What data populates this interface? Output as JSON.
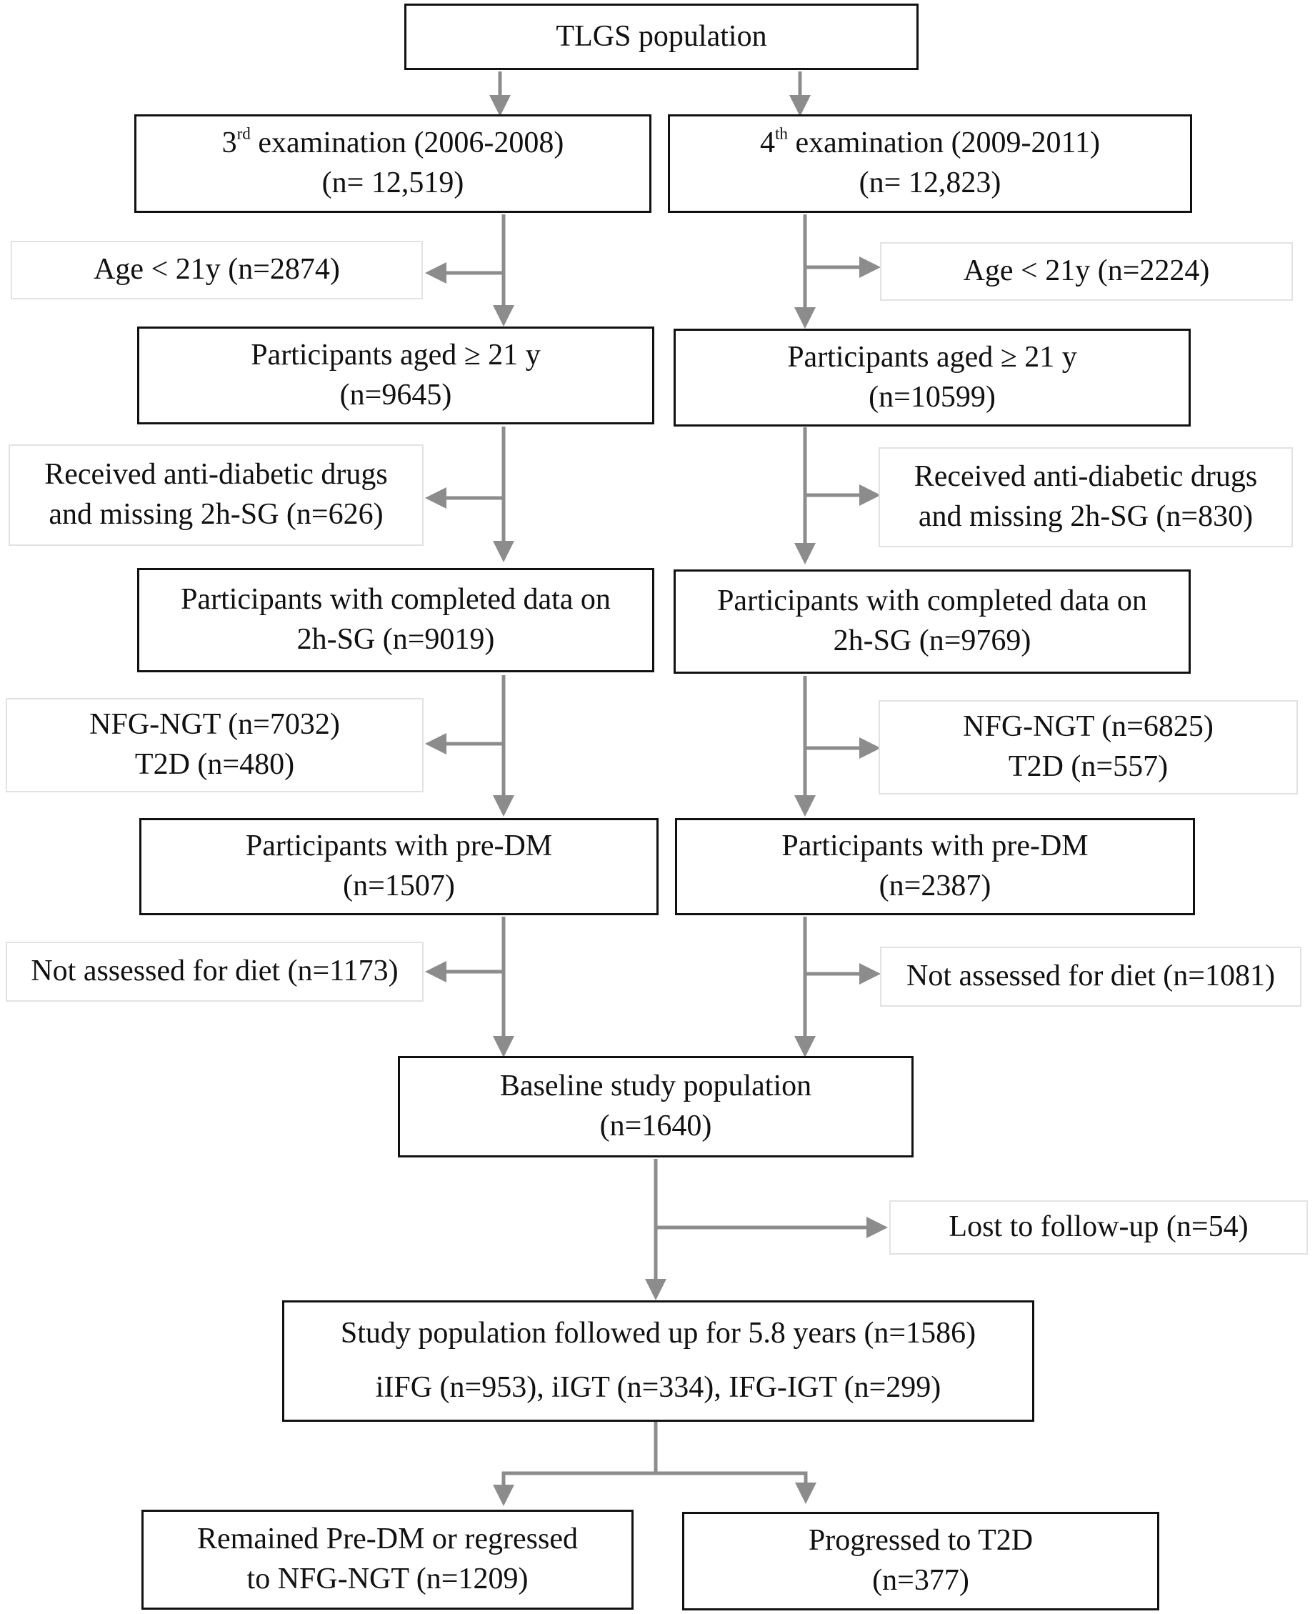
{
  "boxes": {
    "population": {
      "line1": "TLGS population"
    },
    "exam3": {
      "ordinal": "3",
      "ordinal_suffix": "rd",
      "title": " examination (2006-2008)",
      "count": "(n= 12,519)"
    },
    "exam4": {
      "ordinal": "4",
      "ordinal_suffix": "th",
      "title": " examination (2009-2011)",
      "count": "(n= 12,823)"
    },
    "age_excl_left": {
      "line1": "Age < 21y (n=2874)"
    },
    "age_excl_right": {
      "line1": "Age < 21y (n=2224)"
    },
    "aged21_left": {
      "line1": "Participants aged ≥ 21 y",
      "line2": "(n=9645)"
    },
    "aged21_right": {
      "line1": "Participants aged ≥ 21 y",
      "line2": "(n=10599)"
    },
    "drugs_left": {
      "line1": "Received anti-diabetic drugs",
      "line2": "and missing 2h-SG (n=626)"
    },
    "drugs_right": {
      "line1": "Received anti-diabetic drugs",
      "line2": "and missing 2h-SG (n=830)"
    },
    "complete_left": {
      "line1": "Participants with completed data on",
      "line2": "2h-SG (n=9019)"
    },
    "complete_right": {
      "line1": "Participants with completed data on",
      "line2": "2h-SG (n=9769)"
    },
    "nfg_left": {
      "line1": "NFG-NGT (n=7032)",
      "line2": "T2D (n=480)"
    },
    "nfg_right": {
      "line1": "NFG-NGT (n=6825)",
      "line2": "T2D (n=557)"
    },
    "predm_left": {
      "line1": "Participants with pre-DM",
      "line2": "(n=1507)"
    },
    "predm_right": {
      "line1": "Participants with pre-DM",
      "line2": "(n=2387)"
    },
    "diet_left": {
      "line1": "Not assessed for diet (n=1173)"
    },
    "diet_right": {
      "line1": "Not assessed for diet (n=1081)"
    },
    "baseline": {
      "line1": "Baseline study population",
      "line2": "(n=1640)"
    },
    "lost": {
      "line1": "Lost to follow-up (n=54)"
    },
    "followed": {
      "line1": "Study population followed up for 5.8 years (n=1586)",
      "line2": "iIFG (n=953), iIGT (n=334), IFG-IGT (n=299)"
    },
    "remained": {
      "line1": "Remained Pre-DM or regressed",
      "line2": "to NFG-NGT (n=1209)"
    },
    "progressed": {
      "line1": "Progressed to T2D",
      "line2": "(n=377)"
    }
  },
  "colors": {
    "connector": "#8c8c8c",
    "border": "#111111",
    "side_border": "#e2e2e2"
  }
}
